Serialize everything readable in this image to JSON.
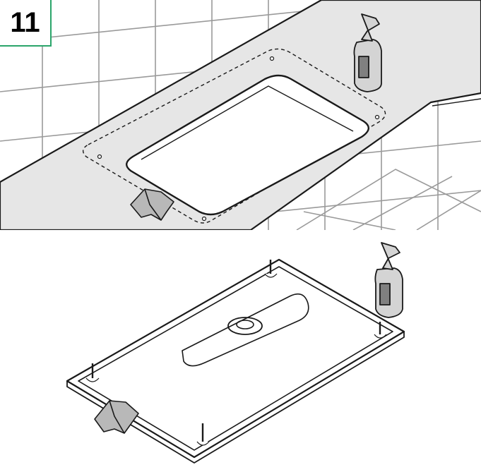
{
  "step": {
    "number": "11"
  },
  "colors": {
    "accent": "#2aa56a",
    "wall": "#ffffff",
    "countertop": "#e6e6e6",
    "cloth": "#b8b8b8",
    "bottle": "#d4d4d4",
    "bottle_label": "#808080",
    "outline": "#1a1a1a"
  },
  "scenes": {
    "top": {
      "name": "countertop-cutout-scene",
      "objects": [
        "tile-wall",
        "countertop",
        "sink-cutout",
        "dashed-seal-line",
        "spray-bottle-icon",
        "cleaning-cloth-icon"
      ]
    },
    "bottom": {
      "name": "sink-frame-scene",
      "objects": [
        "sink-frame",
        "drain-hole",
        "mounting-clip-icon",
        "spray-bottle-icon",
        "cleaning-cloth-icon"
      ]
    }
  }
}
